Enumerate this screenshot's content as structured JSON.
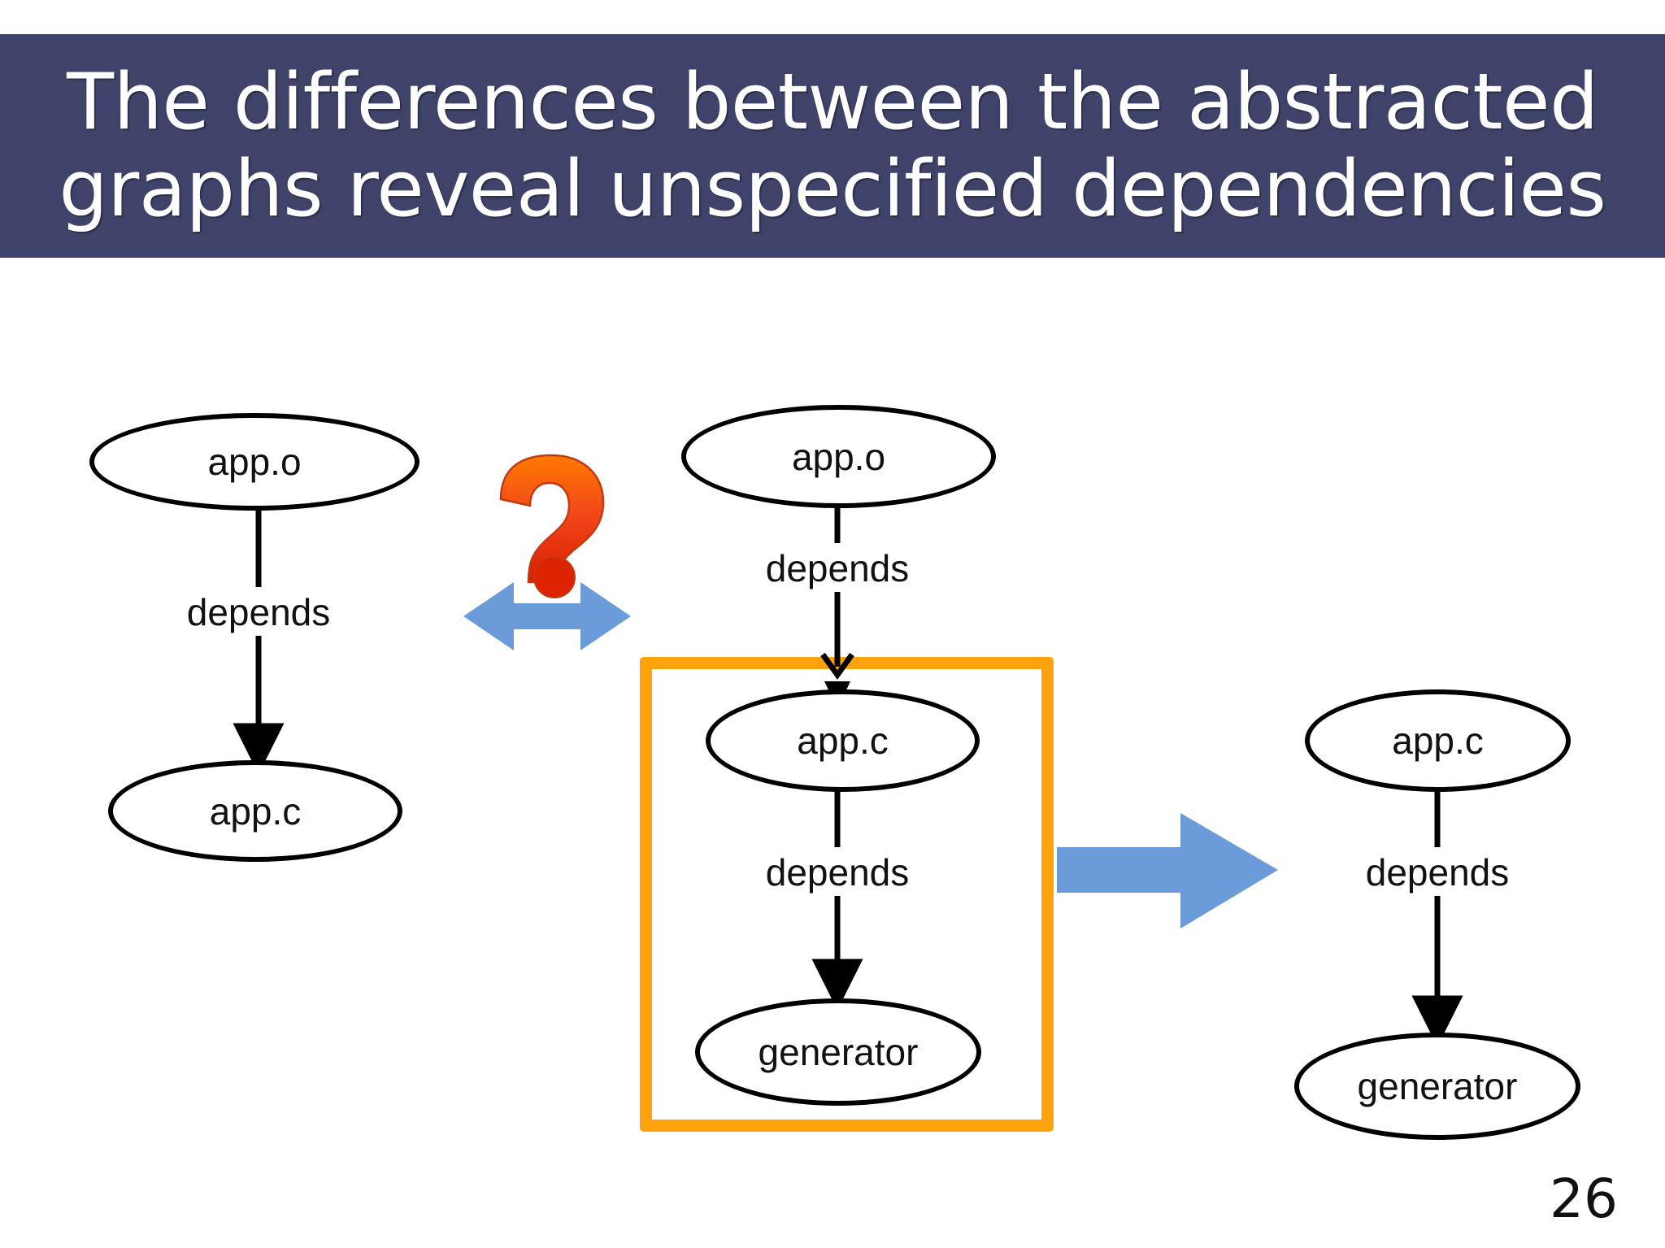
{
  "slide": {
    "title_line1": "The differences between the abstracted",
    "title_line2": "graphs reveal unspecified dependencies",
    "page_number": "26",
    "banner_color": "#3f4369",
    "highlight_color": "#ffa30d",
    "arrow_color": "#6b9bd8",
    "question_mark_color_top": "#ff6a00",
    "question_mark_color_bottom": "#dd2200",
    "node_stroke_color": "#000000"
  },
  "chart_data": {
    "type": "diagram",
    "title": "The differences between the abstracted graphs reveal unspecified dependencies",
    "graphs": [
      {
        "id": "left-graph",
        "nodes": [
          "app.o",
          "app.c"
        ],
        "edges": [
          {
            "from": "app.o",
            "to": "app.c",
            "label": "depends"
          }
        ]
      },
      {
        "id": "middle-graph",
        "nodes": [
          "app.o",
          "app.c",
          "generator"
        ],
        "edges": [
          {
            "from": "app.o",
            "to": "app.c",
            "label": "depends"
          },
          {
            "from": "app.c",
            "to": "generator",
            "label": "depends"
          }
        ],
        "highlighted_subgraph": [
          "app.c",
          "generator"
        ]
      },
      {
        "id": "right-graph",
        "nodes": [
          "app.c",
          "generator"
        ],
        "edges": [
          {
            "from": "app.c",
            "to": "generator",
            "label": "depends"
          }
        ]
      }
    ],
    "connectors": [
      {
        "id": "comparison",
        "type": "double-arrow",
        "annotation": "?",
        "between": [
          "left-graph",
          "middle-graph"
        ]
      },
      {
        "id": "extraction",
        "type": "right-arrow",
        "between": [
          "middle-graph-highlight",
          "right-graph"
        ]
      }
    ]
  },
  "left_graph": {
    "node_top": "app.o",
    "edge_label": "depends",
    "node_bottom": "app.c"
  },
  "comparison": {
    "question_mark": "?"
  },
  "middle_graph": {
    "node_top": "app.o",
    "edge_label_top": "depends",
    "node_mid": "app.c",
    "edge_label_bottom": "depends",
    "node_bottom": "generator"
  },
  "right_graph": {
    "node_top": "app.c",
    "edge_label": "depends",
    "node_bottom": "generator"
  }
}
